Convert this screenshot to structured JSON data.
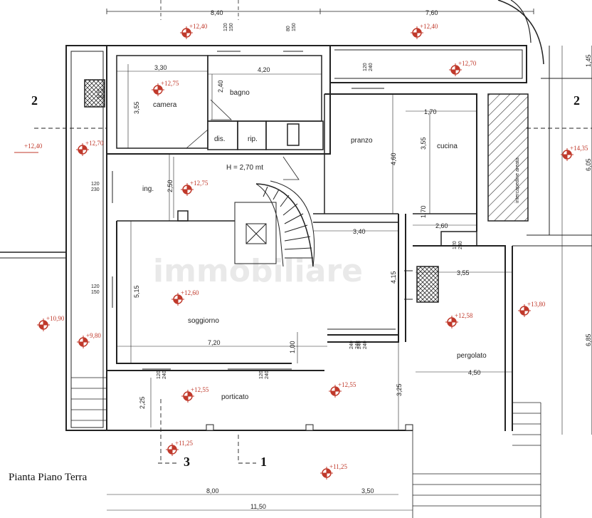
{
  "title": "Pianta Piano Terra",
  "watermark": "immobiliare",
  "ceiling_height": "H = 2,70 mt",
  "rooms": {
    "camera": "camera",
    "bagno": "bagno",
    "dis": "dis.",
    "rip": "rip.",
    "pranzo": "pranzo",
    "cucina": "cucina",
    "ing": "ing.",
    "soggiorno": "soggiorno",
    "porticato": "porticato",
    "pergolato": "pergolato",
    "intercapedine": "intercapedine areata"
  },
  "dimensions": {
    "top_left": "8,40",
    "top_right": "7,60",
    "camera_w": "3,30",
    "bagno_w": "4,20",
    "camera_h": "3,55",
    "bagno_h": "2,40",
    "ing_h": "2,50",
    "cucina_w": "1,70",
    "cucina_h": "3,55",
    "pranzo_h": "4,60",
    "cucina_low": "1,70",
    "cucina_base": "2,60",
    "stair_w": "3,40",
    "right_1": "1,45",
    "right_2": "6,05",
    "right_3": "6,85",
    "soggiorno_h": "5,15",
    "soggiorno_w": "7,20",
    "step_h": "1,00",
    "pergolato_w": "3,55",
    "pergolato_h": "4,15",
    "pergolato_base": "4,50",
    "porticato_h": "2,25",
    "porticato_right": "3,25",
    "bottom_left": "8,00",
    "bottom_right": "3,50",
    "total": "11,50"
  },
  "windows": {
    "w1": "120\n150",
    "w2": "80\n150",
    "w3": "120\n240",
    "w4": "120\n240",
    "w5": "120\n230",
    "w6": "120\n150",
    "w7": "120\n240",
    "w8": "120\n240",
    "w9": "240\n240",
    "w10": "240\n240",
    "w11": "120\n240"
  },
  "elevations": {
    "e1": "+12,40",
    "e2": "+12,40",
    "e3": "+12,70",
    "e4": "+12,75",
    "e5": "+12,70",
    "e6": "+12,40",
    "e7": "+14,35",
    "e8": "+12,75",
    "e9": "+12,60",
    "e10": "+10,90",
    "e11": "+9,80",
    "e12": "+12,58",
    "e13": "+13,80",
    "e14": "+12,55",
    "e15": "+12,55",
    "e16": "+11,25",
    "e17": "+11,25"
  },
  "sections": {
    "s2_left": "2",
    "s2_right": "2",
    "s3": "3",
    "s1": "1"
  }
}
